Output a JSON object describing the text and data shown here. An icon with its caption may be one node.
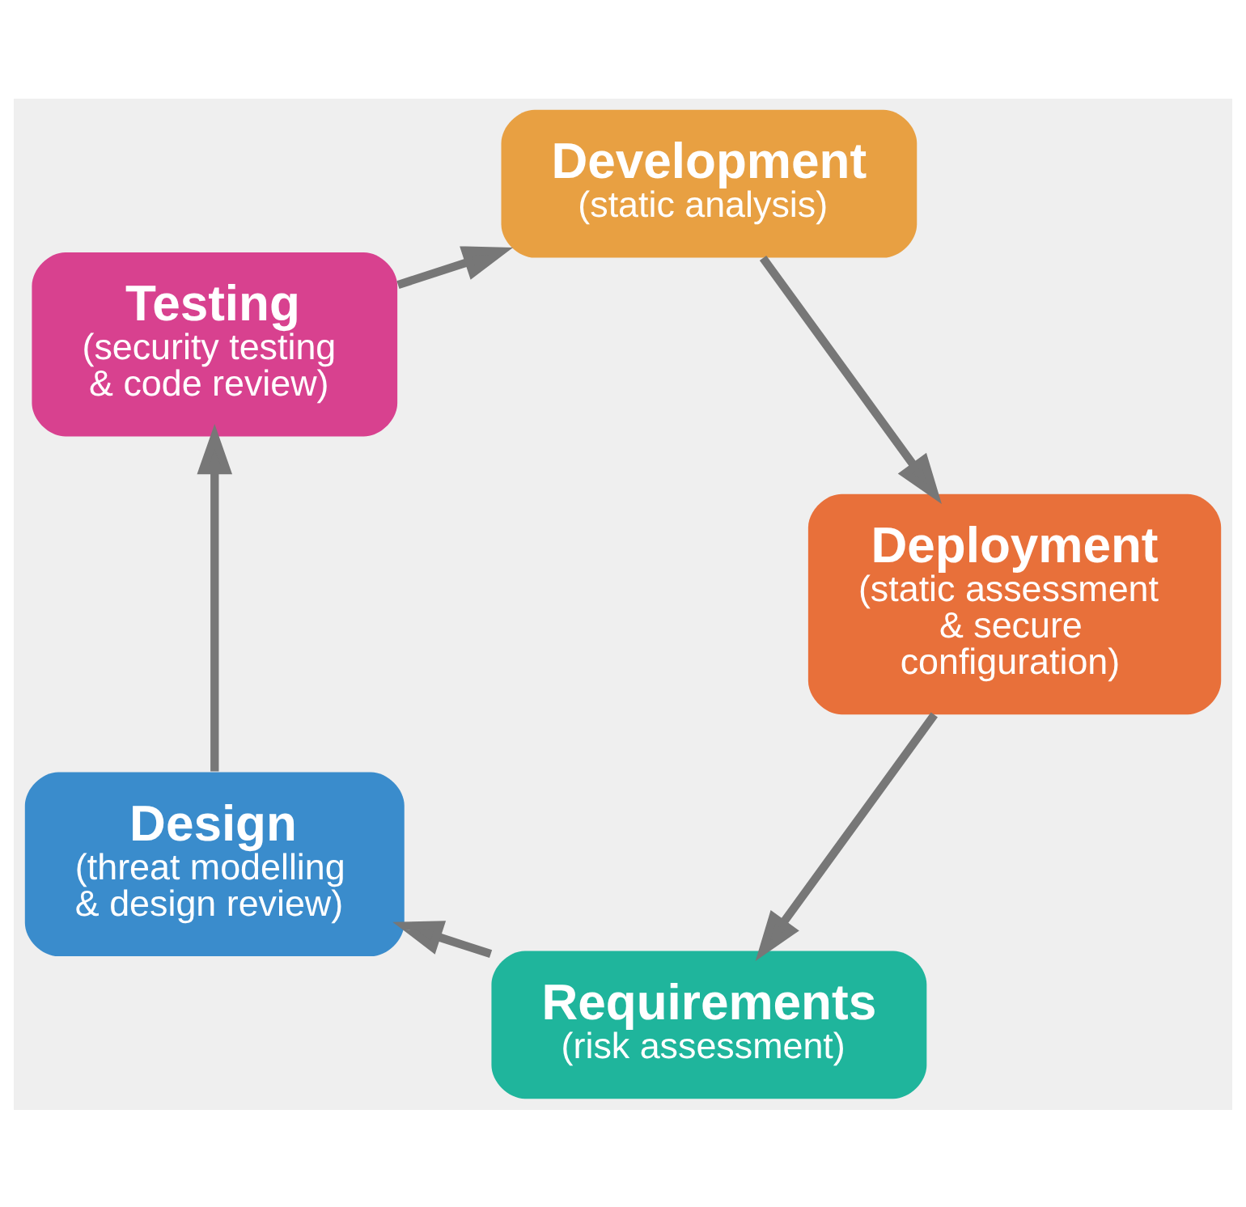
{
  "diagram": {
    "nodes": [
      {
        "text": [
          "Requirements",
          "(risk assessment)"
        ]
      },
      {
        "text": [
          "Design",
          "(threat modelling & design review)"
        ]
      },
      {
        "text": [
          "Testing",
          "(security testing & code review)"
        ]
      },
      {
        "text": [
          "Development",
          "(static analysis)"
        ]
      },
      {
        "text": [
          "Deployment",
          "(static assessment & secure configuration)"
        ]
      }
    ],
    "edges": [
      {
        "from": 0,
        "to": 1,
        "arrow": "to"
      },
      {
        "from": 1,
        "to": 2,
        "arrow": "to"
      },
      {
        "from": 2,
        "to": 3,
        "arrow": "to"
      },
      {
        "from": 3,
        "to": 4,
        "arrow": "to"
      },
      {
        "from": 4,
        "to": 0,
        "arrow": "to"
      }
    ]
  }
}
